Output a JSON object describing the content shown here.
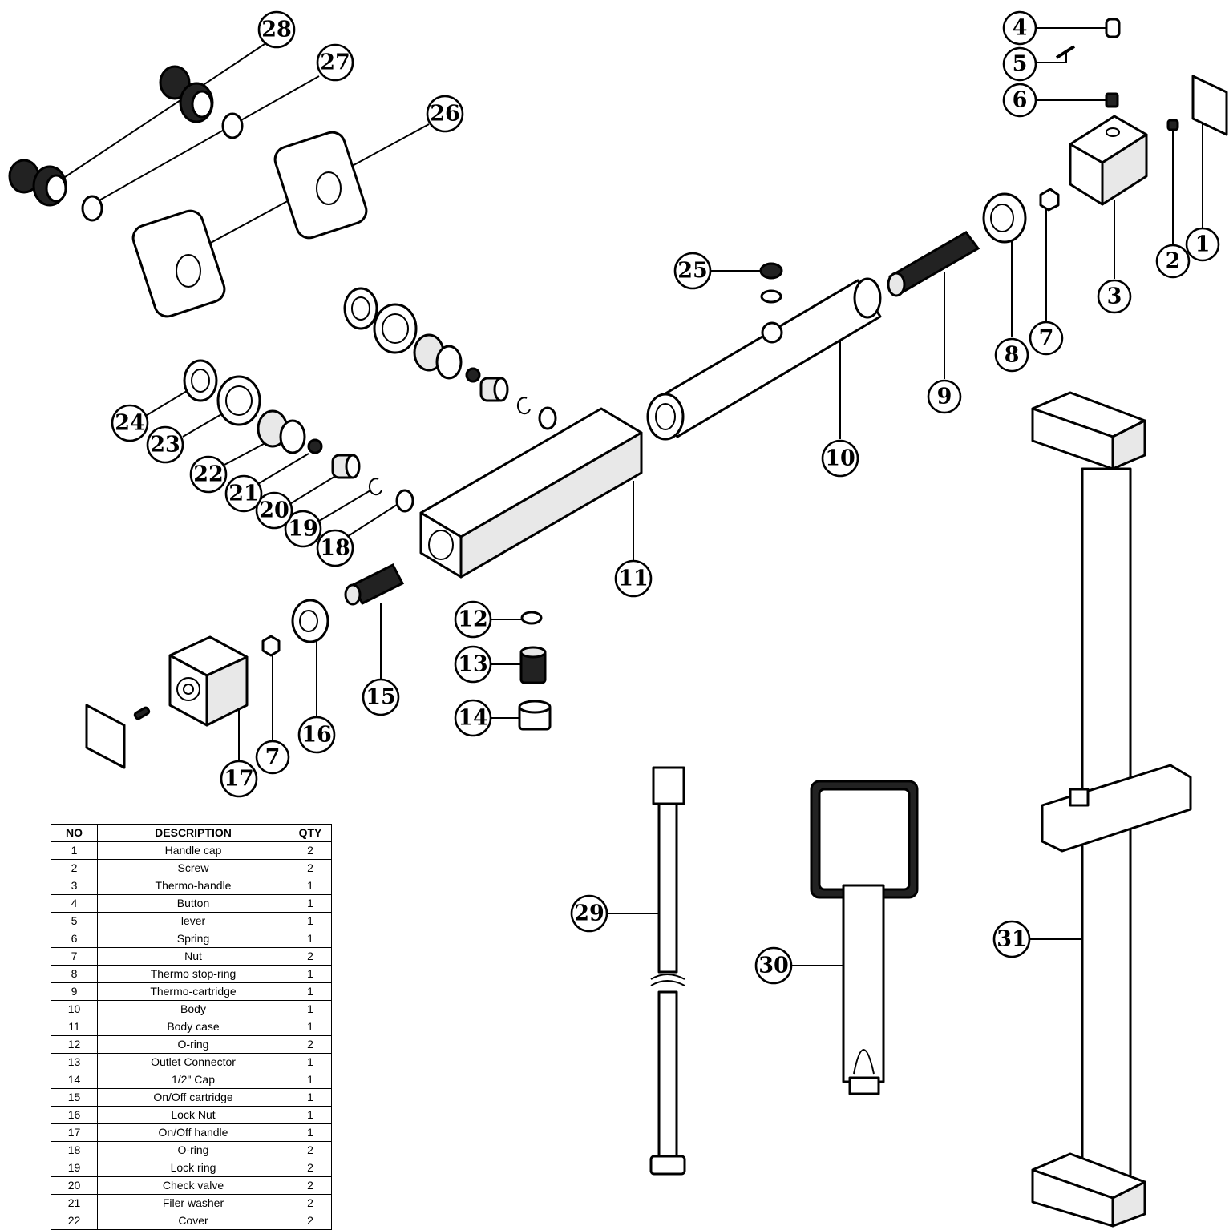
{
  "callouts": [
    "1",
    "2",
    "3",
    "4",
    "5",
    "6",
    "7",
    "8",
    "9",
    "10",
    "11",
    "12",
    "13",
    "14",
    "15",
    "16",
    "17",
    "18",
    "19",
    "20",
    "21",
    "22",
    "23",
    "24",
    "25",
    "26",
    "27",
    "28",
    "29",
    "30",
    "31"
  ],
  "table": {
    "headers": {
      "no": "NO",
      "description": "DESCRIPTION",
      "qty": "QTY"
    },
    "rows": [
      {
        "no": "1",
        "description": "Handle cap",
        "qty": "2"
      },
      {
        "no": "2",
        "description": "Screw",
        "qty": "2"
      },
      {
        "no": "3",
        "description": "Thermo-handle",
        "qty": "1"
      },
      {
        "no": "4",
        "description": "Button",
        "qty": "1"
      },
      {
        "no": "5",
        "description": "lever",
        "qty": "1"
      },
      {
        "no": "6",
        "description": "Spring",
        "qty": "1"
      },
      {
        "no": "7",
        "description": "Nut",
        "qty": "2"
      },
      {
        "no": "8",
        "description": "Thermo stop-ring",
        "qty": "1"
      },
      {
        "no": "9",
        "description": "Thermo-cartridge",
        "qty": "1"
      },
      {
        "no": "10",
        "description": "Body",
        "qty": "1"
      },
      {
        "no": "11",
        "description": "Body case",
        "qty": "1"
      },
      {
        "no": "12",
        "description": "O-ring",
        "qty": "2"
      },
      {
        "no": "13",
        "description": "Outlet Connector",
        "qty": "1"
      },
      {
        "no": "14",
        "description": "1/2\" Cap",
        "qty": "1"
      },
      {
        "no": "15",
        "description": "On/Off cartridge",
        "qty": "1"
      },
      {
        "no": "16",
        "description": "Lock Nut",
        "qty": "1"
      },
      {
        "no": "17",
        "description": "On/Off handle",
        "qty": "1"
      },
      {
        "no": "18",
        "description": "O-ring",
        "qty": "2"
      },
      {
        "no": "19",
        "description": "Lock ring",
        "qty": "2"
      },
      {
        "no": "20",
        "description": "Check valve",
        "qty": "2"
      },
      {
        "no": "21",
        "description": "Filer washer",
        "qty": "2"
      },
      {
        "no": "22",
        "description": "Cover",
        "qty": "2"
      }
    ]
  }
}
